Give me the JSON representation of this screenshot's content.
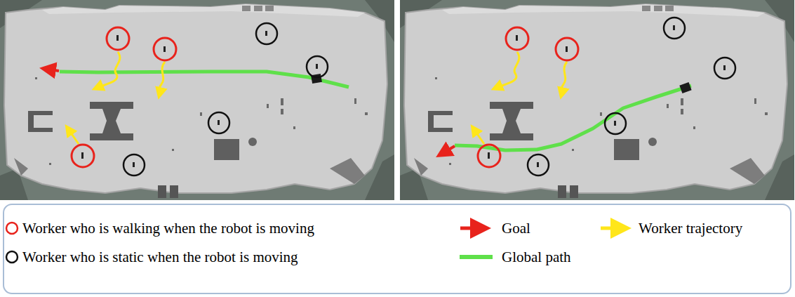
{
  "diagram": {
    "legend": [
      {
        "text": "Worker who is walking when the robot is moving"
      },
      {
        "text": "Goal"
      },
      {
        "text": "Worker trajectory"
      },
      {
        "text": "Worker who is static when the robot is moving"
      },
      {
        "text": "Global path"
      }
    ]
  }
}
